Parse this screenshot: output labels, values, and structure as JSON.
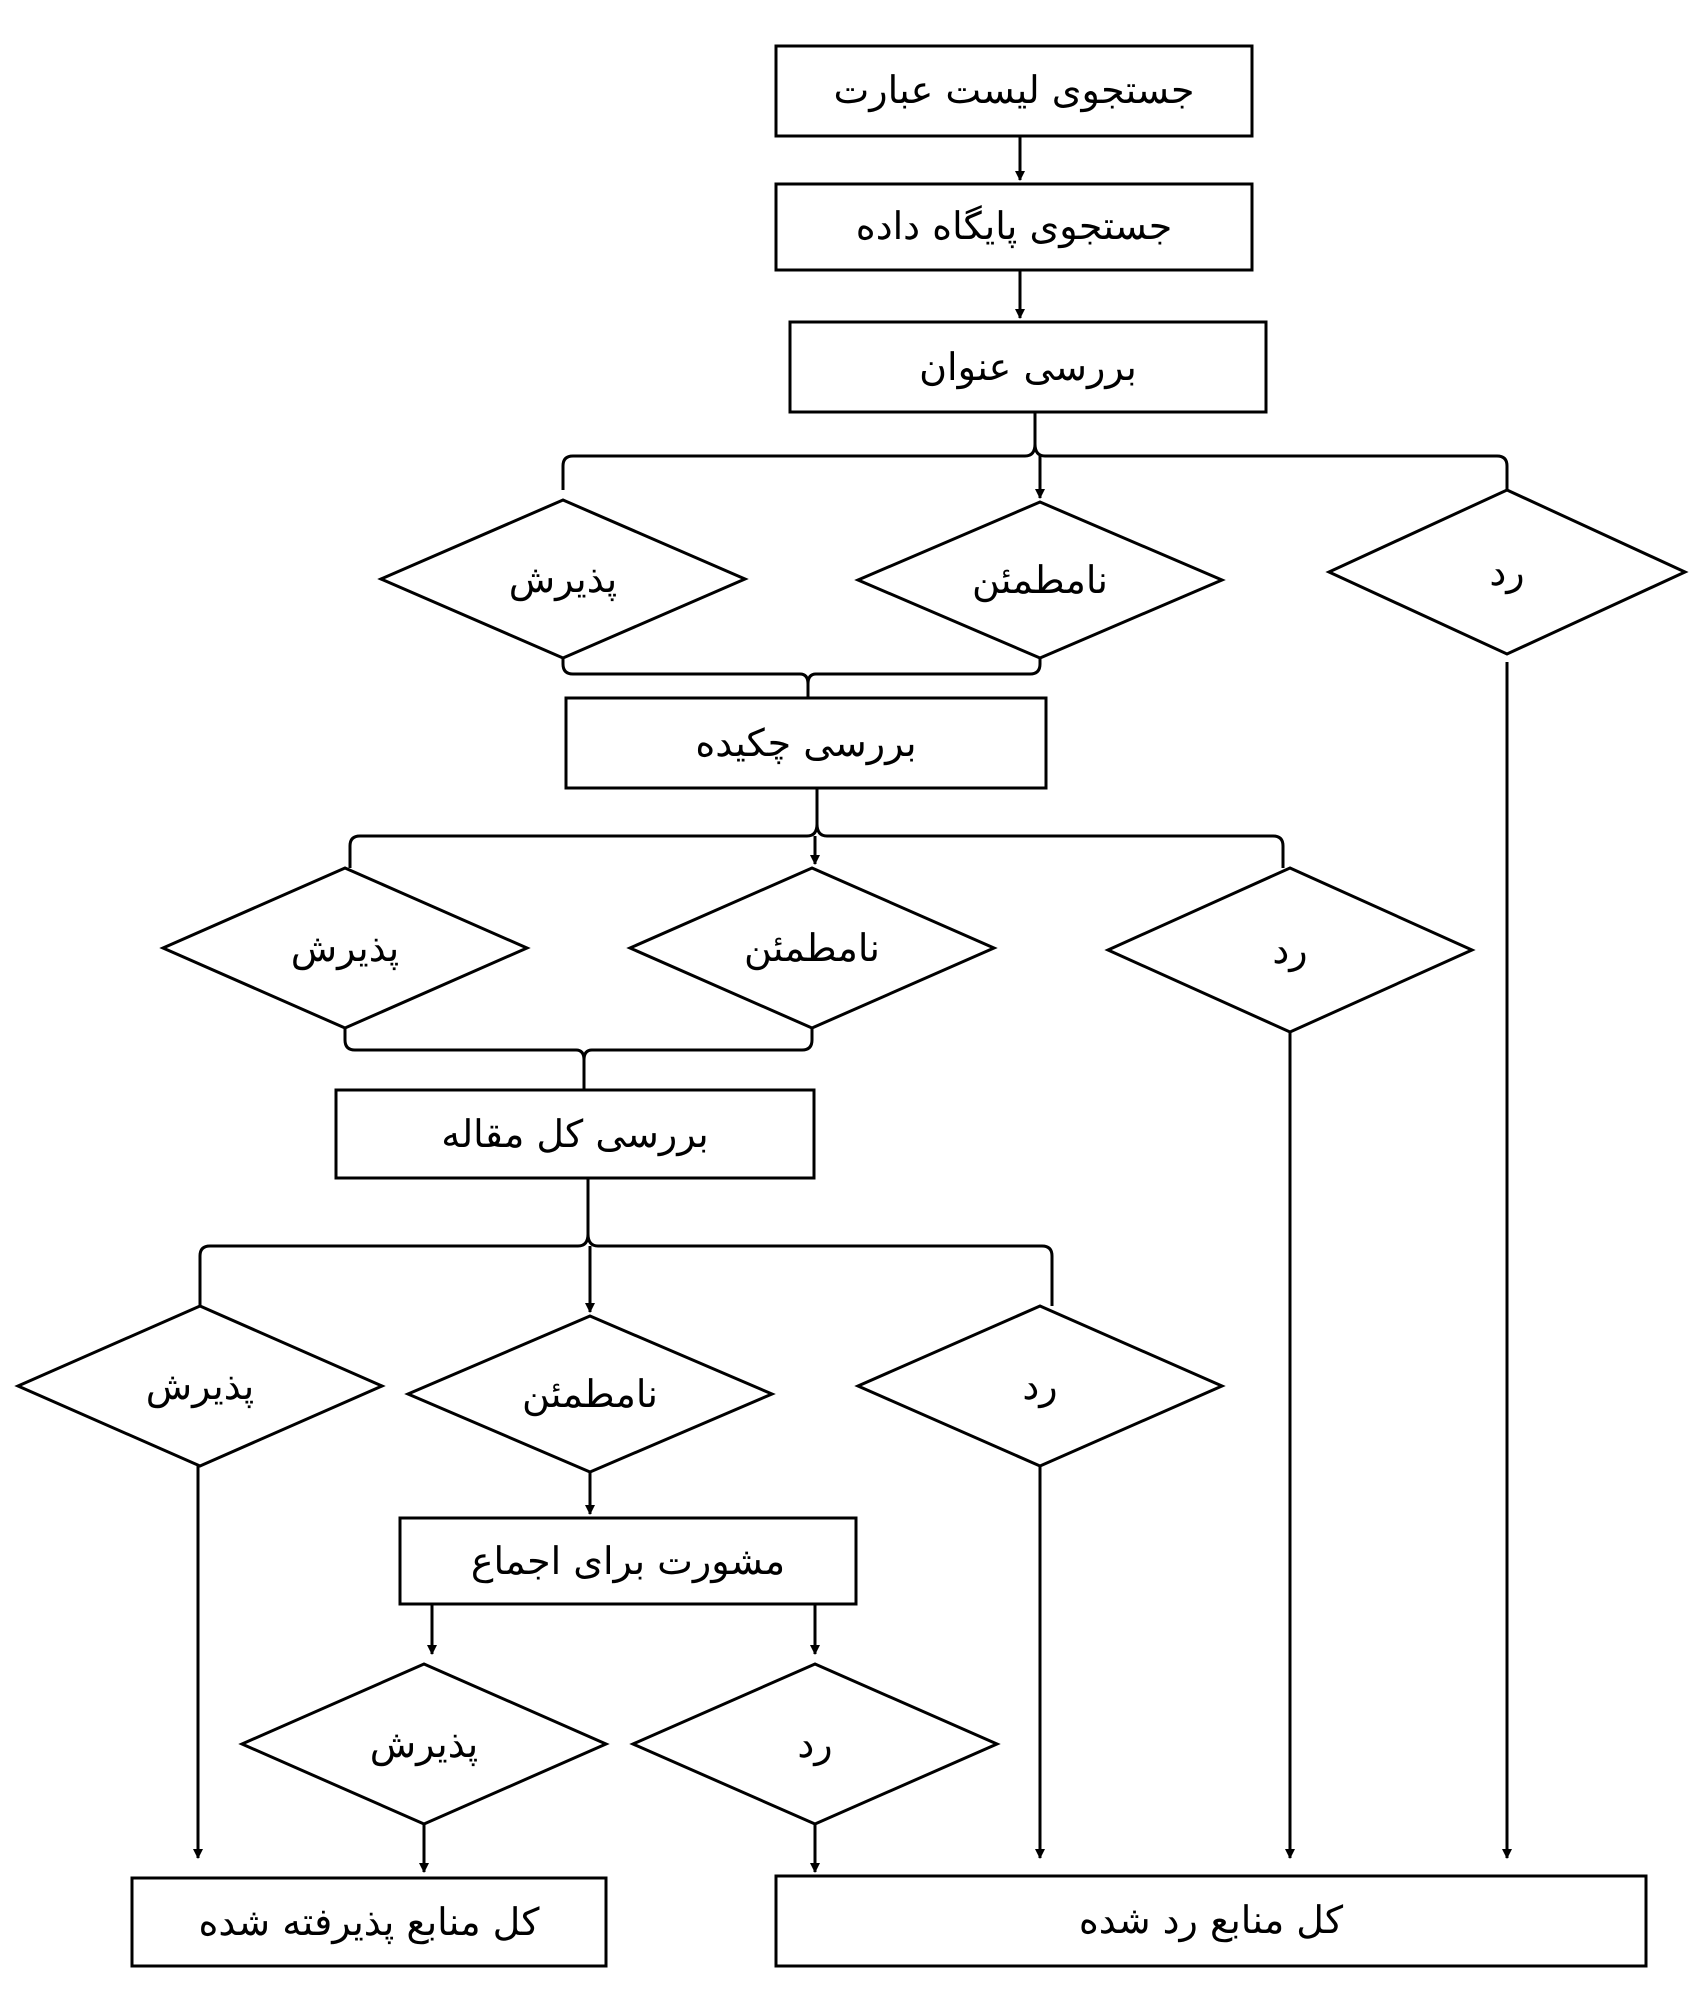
{
  "steps": {
    "search_terms": "جستجوی لیست عبارت",
    "search_db": "جستجوی پایگاه داده",
    "title_review": "بررسی عنوان",
    "abstract_review": "بررسی چکیده",
    "fulltext_review": "بررسی کل مقاله",
    "consensus": "مشورت برای اجماع"
  },
  "decisions": {
    "accept": "پذیرش",
    "uncertain": "نامطمئن",
    "reject": "رد"
  },
  "outputs": {
    "accepted": "کل منابع پذیرفته شده",
    "rejected": "کل منابع رد شده"
  }
}
